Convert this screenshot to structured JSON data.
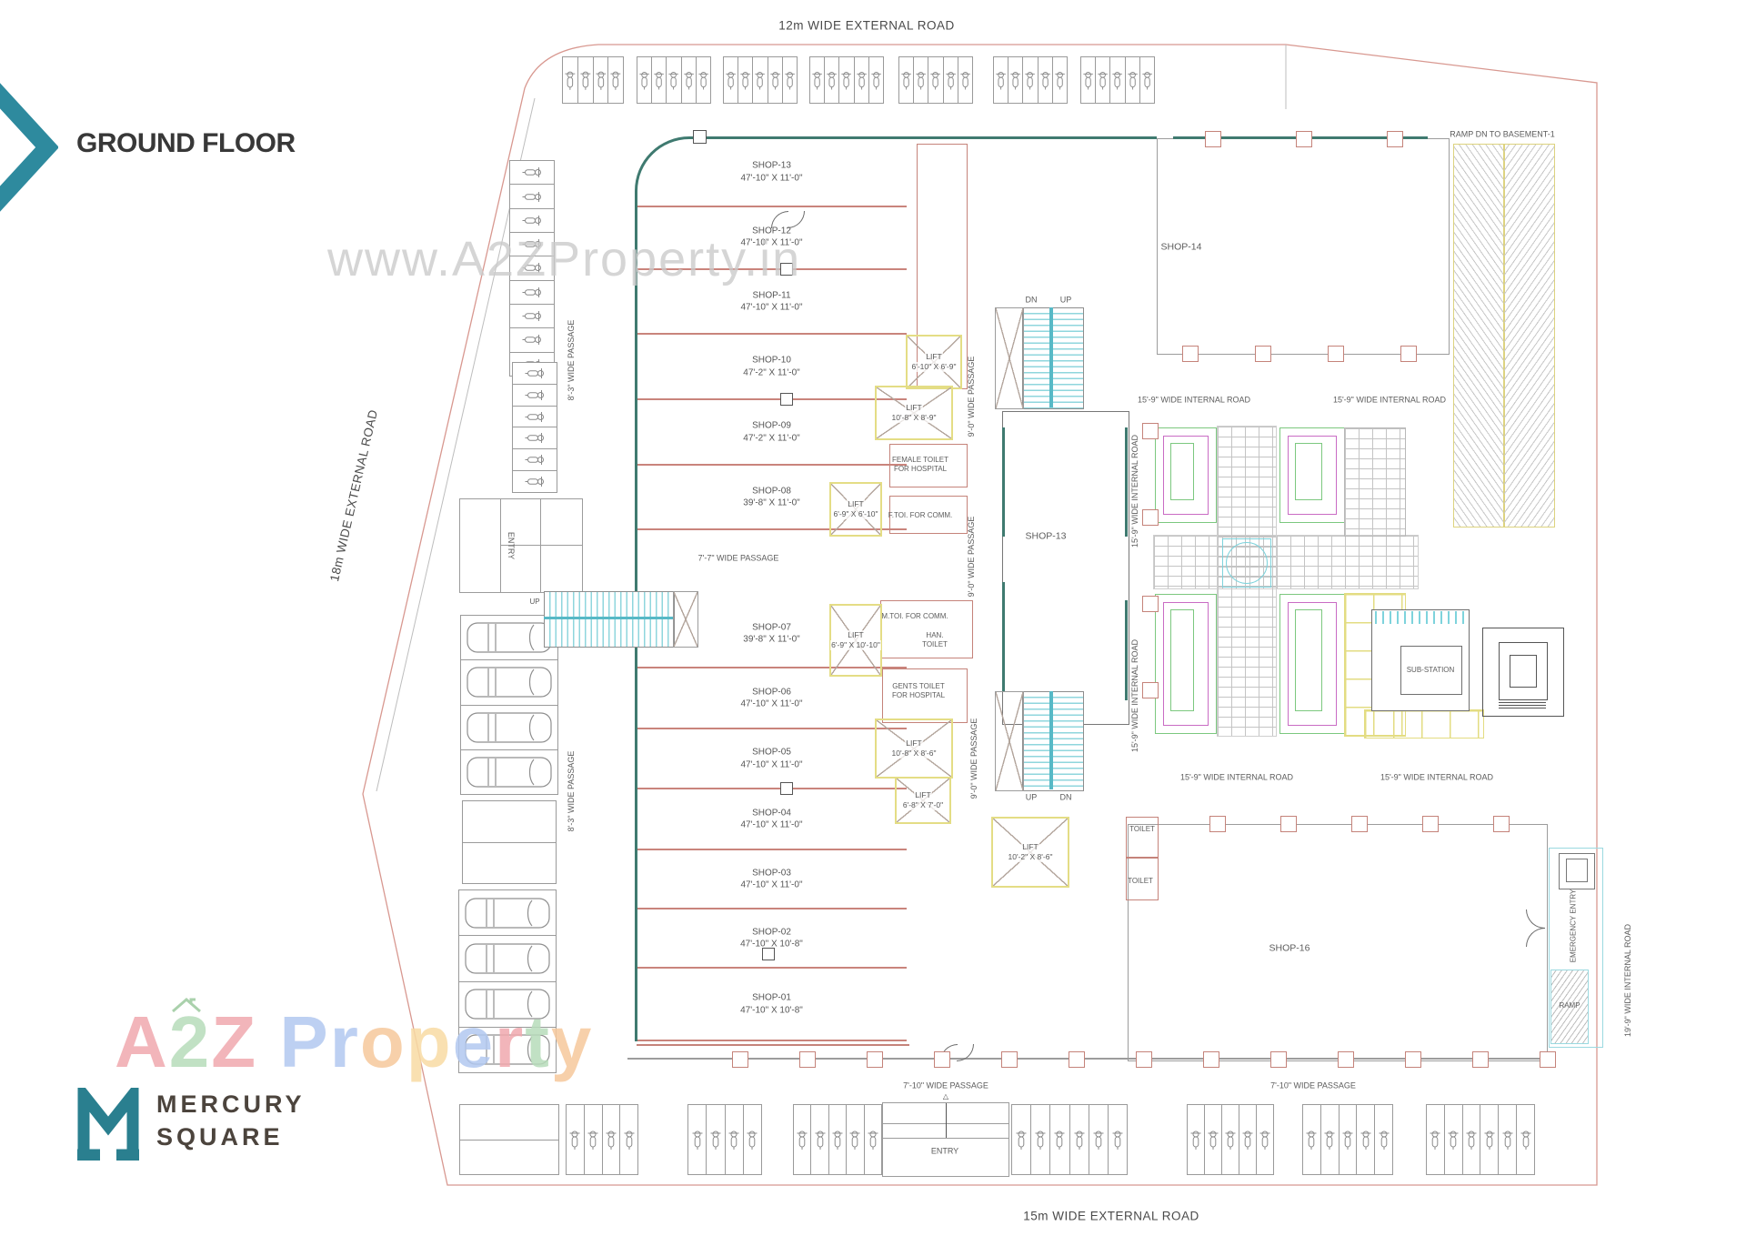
{
  "header": {
    "floor_title": "GROUND FLOOR"
  },
  "watermarks": {
    "center": "www.A2ZProperty.in",
    "brand_letters": [
      {
        "t": "A",
        "c": "#f0a9ae"
      },
      {
        "t": "2",
        "c": "#b7dcba"
      },
      {
        "t": "Z",
        "c": "#f0a9ae"
      },
      {
        "t": " ",
        "c": "#ffffff"
      },
      {
        "t": "P",
        "c": "#b2c8f0"
      },
      {
        "t": "r",
        "c": "#b2c8f0"
      },
      {
        "t": "o",
        "c": "#f6c89c"
      },
      {
        "t": "p",
        "c": "#f8dba4"
      },
      {
        "t": "e",
        "c": "#b2c8f0"
      },
      {
        "t": "r",
        "c": "#f0a9ae"
      },
      {
        "t": "t",
        "c": "#b7dcba"
      },
      {
        "t": "y",
        "c": "#f6c89c"
      }
    ]
  },
  "logo": {
    "line1": "MERCURY",
    "line2": "SQUARE"
  },
  "roads": {
    "top": "12m WIDE EXTERNAL ROAD",
    "left": "18m WIDE EXTERNAL ROAD",
    "bottom": "15m WIDE EXTERNAL ROAD",
    "internal_159": "15'-9\" WIDE INTERNAL ROAD",
    "internal_199": "19'-9\" WIDE INTERNAL ROAD"
  },
  "passages": {
    "p83": "8'-3\" WIDE PASSAGE",
    "p77": "7'-7\" WIDE PASSAGE",
    "p90": "9'-0\" WIDE PASSAGE",
    "p710": "7'-10\" WIDE PASSAGE"
  },
  "left_shops": [
    {
      "name": "SHOP-13",
      "dims": "47'-10\" X 11'-0\""
    },
    {
      "name": "SHOP-12",
      "dims": "47'-10\" X 11'-0\""
    },
    {
      "name": "SHOP-11",
      "dims": "47'-10\" X 11'-0\""
    },
    {
      "name": "SHOP-10",
      "dims": "47'-2\" X 11'-0\""
    },
    {
      "name": "SHOP-09",
      "dims": "47'-2\" X 11'-0\""
    },
    {
      "name": "SHOP-08",
      "dims": "39'-8\" X 11'-0\""
    },
    {
      "name": "SHOP-07",
      "dims": "39'-8\" X 11'-0\""
    },
    {
      "name": "SHOP-06",
      "dims": "47'-10\" X 11'-0\""
    },
    {
      "name": "SHOP-05",
      "dims": "47'-10\" X 11'-0\""
    },
    {
      "name": "SHOP-04",
      "dims": "47'-10\" X 11'-0\""
    },
    {
      "name": "SHOP-03",
      "dims": "47'-10\" X 11'-0\""
    },
    {
      "name": "SHOP-02",
      "dims": "47'-10\" X 10'-8\""
    },
    {
      "name": "SHOP-01",
      "dims": "47'-10\" X 10'-8\""
    }
  ],
  "areas": {
    "shop14": "SHOP-14",
    "shop13c": "SHOP-13",
    "shop16": "SHOP-16",
    "sub_station": "SUB-STATION",
    "ramp_basement": "RAMP DN TO BASEMENT-1",
    "emergency_entry": "EMERGENCY ENTRY",
    "ramp": "RAMP",
    "entry": "ENTRY"
  },
  "lifts": [
    {
      "name": "LIFT",
      "dims": "6'-10\" X 6'-9\""
    },
    {
      "name": "LIFT",
      "dims": "10'-8\" X 8'-9\""
    },
    {
      "name": "LIFT",
      "dims": "6'-9\" X 6'-10\""
    },
    {
      "name": "LIFT",
      "dims": "6'-9\" X 10'-10\""
    },
    {
      "name": "LIFT",
      "dims": "10'-8\" X 8'-6\""
    },
    {
      "name": "LIFT",
      "dims": "6'-8\" X 7'-0\""
    },
    {
      "name": "LIFT",
      "dims": "10'-2\" X 8'-6\""
    }
  ],
  "toilets": {
    "female_hospital": "FEMALE TOILET\nFOR HOSPITAL",
    "f_comm": "F.TOI. FOR COMM.",
    "m_comm": "M.TOI. FOR COMM.",
    "handicap": "HAN.\nTOILET",
    "gents_hospital": "GENTS TOILET\nFOR HOSPITAL",
    "toilet": "TOILET"
  },
  "stairs": {
    "up": "UP",
    "dn": "DN"
  }
}
